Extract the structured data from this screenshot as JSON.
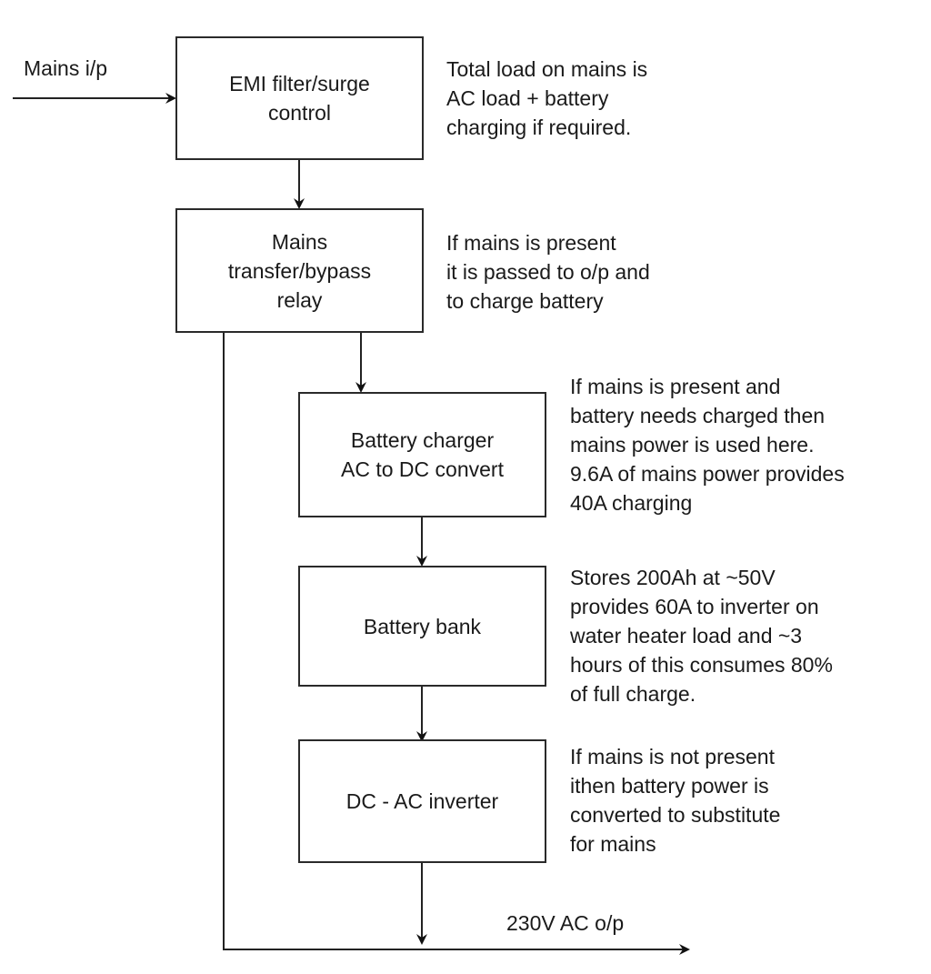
{
  "diagram": {
    "input_label": "Mains i/p",
    "output_label": "230V AC o/p",
    "blocks": [
      {
        "id": "emi",
        "label": "EMI filter/surge\ncontrol"
      },
      {
        "id": "relay",
        "label": "Mains\ntransfer/bypass\nrelay"
      },
      {
        "id": "charger",
        "label": "Battery charger\nAC to DC convert"
      },
      {
        "id": "battery",
        "label": "Battery bank"
      },
      {
        "id": "inverter",
        "label": "DC - AC inverter"
      }
    ],
    "notes": [
      {
        "for": "emi",
        "text": "Total load on mains is\nAC load + battery\ncharging if required."
      },
      {
        "for": "relay",
        "text": "If mains is present\nit is passed to o/p and\nto charge battery"
      },
      {
        "for": "charger",
        "text": "If mains is present and\nbattery needs charged then\nmains power is used here.\n9.6A of mains power provides\n40A charging"
      },
      {
        "for": "battery",
        "text": "Stores 200Ah at ~50V\nprovides 60A to inverter on\nwater heater load and ~3\nhours of this consumes 80%\nof full charge."
      },
      {
        "for": "inverter",
        "text": "If mains is not present\nithen battery power is\nconverted to substitute\nfor mains"
      }
    ],
    "connections": [
      {
        "from": "mains-input",
        "to": "emi"
      },
      {
        "from": "emi",
        "to": "relay"
      },
      {
        "from": "relay",
        "to": "charger"
      },
      {
        "from": "charger",
        "to": "battery"
      },
      {
        "from": "battery",
        "to": "inverter"
      },
      {
        "from": "inverter",
        "to": "ac-output"
      },
      {
        "from": "relay",
        "to": "ac-output",
        "kind": "bypass"
      }
    ]
  }
}
